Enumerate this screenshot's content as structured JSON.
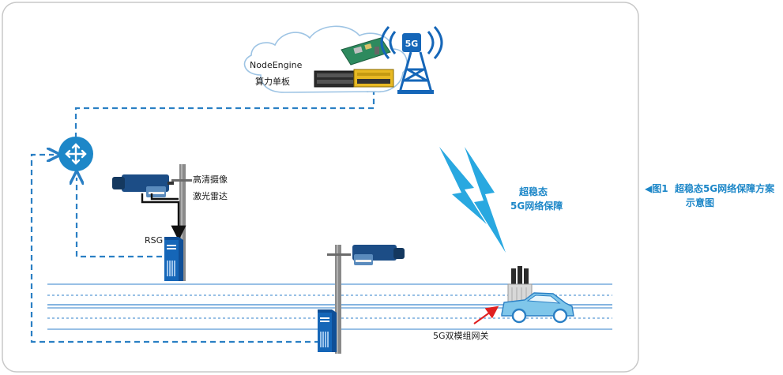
{
  "labels": {
    "cloud_line1": "NodeEngine",
    "cloud_line2": "算力单板",
    "tower_badge": "5G",
    "camera_line1": "高清摄像",
    "camera_line2": "激光雷达",
    "rsg": "RSG",
    "wireless_line1": "超稳态",
    "wireless_line2": "5G网络保障",
    "gateway": "5G双模组网关"
  },
  "caption": {
    "marker": "◀",
    "figure": "图1",
    "title_line1": "超稳态5G网络保障方案",
    "title_line2": "示意图"
  },
  "colors": {
    "accent": "#1d87c8",
    "frame": "#c8c8c8",
    "server": "#1566b8",
    "arrow_red": "#e02020"
  }
}
